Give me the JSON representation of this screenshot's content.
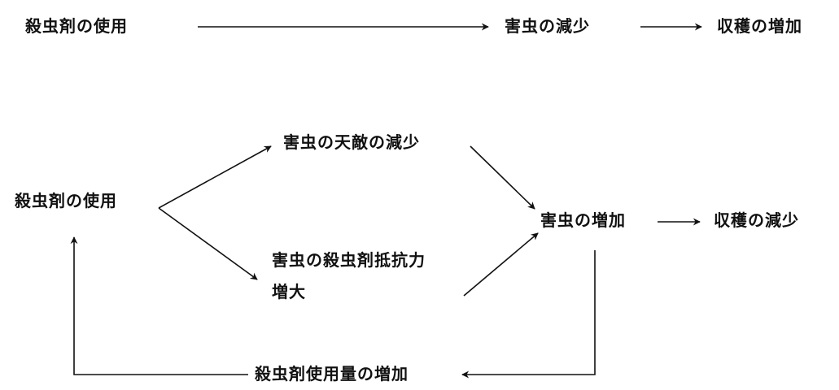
{
  "top_chain": {
    "use": "殺虫剤の使用",
    "pest_decrease": "害虫の減少",
    "yield_increase": "収穫の増加"
  },
  "bottom_cycle": {
    "use": "殺虫剤の使用",
    "enemy_decrease": "害虫の天敵の減少",
    "resistance_line1": "害虫の殺虫剤抵抗力",
    "resistance_line2": "増大",
    "pest_increase": "害虫の増加",
    "yield_decrease": "収穫の減少",
    "usage_increase": "殺虫剤使用量の増加"
  },
  "colors": {
    "ink": "#111111",
    "background": "#ffffff"
  }
}
